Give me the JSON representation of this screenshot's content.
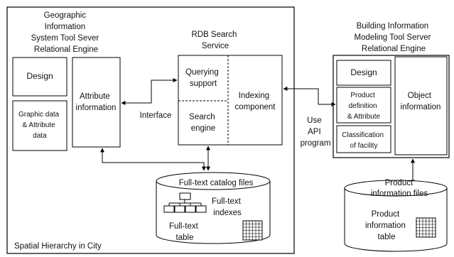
{
  "gis": {
    "title": [
      "Geographic",
      "Information",
      "System Tool Sever",
      "Relational Engine"
    ],
    "design": "Design",
    "graphic": [
      "Graphic data",
      "& Attribute",
      "data"
    ],
    "attribute": [
      "Attribute",
      "information"
    ],
    "spatial": "Spatial Hierarchy in City"
  },
  "rdb": {
    "title": [
      "RDB Search",
      "Service"
    ],
    "querying": [
      "Querying",
      "support"
    ],
    "search": [
      "Search",
      "engine"
    ],
    "indexing": [
      "Indexing",
      "component"
    ],
    "interface": "Interface"
  },
  "catalog": {
    "title": "Full-text catalog files",
    "indexes": [
      "Full-text",
      "indexes"
    ],
    "table": [
      "Full-text",
      "table"
    ]
  },
  "api": [
    "Use",
    "API",
    "program"
  ],
  "bim": {
    "title": [
      "Building Information",
      "Modeling Tool Server",
      "Relational Engine"
    ],
    "design": "Design",
    "product_def": [
      "Product",
      "definition",
      "& Attribute"
    ],
    "classification": [
      "Classification",
      "of facility"
    ],
    "object": [
      "Object",
      "information"
    ]
  },
  "product": {
    "files": [
      "Product",
      "information files"
    ],
    "table": [
      "Product",
      "information",
      "table"
    ]
  }
}
